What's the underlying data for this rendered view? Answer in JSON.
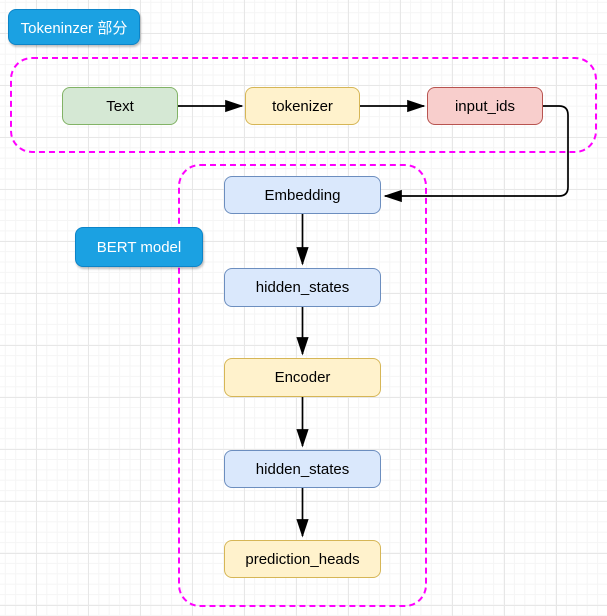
{
  "diagram": {
    "section_labels": {
      "tokenizer": {
        "text": "Tokeninzer 部分",
        "fill": "#1BA1E2",
        "border": "#0C84C8",
        "text_color": "#FFFFFF"
      },
      "bert": {
        "text": "BERT model",
        "fill": "#1BA1E2",
        "border": "#0C84C8",
        "text_color": "#FFFFFF"
      }
    },
    "containers": {
      "tokenizer_group": {
        "border_color": "#FF00FF",
        "border_style": "dashed"
      },
      "bert_group": {
        "border_color": "#FF00FF",
        "border_style": "dashed"
      }
    },
    "nodes": {
      "text": {
        "label": "Text",
        "fill": "#D5E8D4",
        "border": "#82B366"
      },
      "tokenizer": {
        "label": "tokenizer",
        "fill": "#FFF2CC",
        "border": "#D6B656"
      },
      "input_ids": {
        "label": "input_ids",
        "fill": "#F8CECC",
        "border": "#B85450"
      },
      "embedding": {
        "label": "Embedding",
        "fill": "#DAE8FC",
        "border": "#6C8EBF"
      },
      "hidden_states_1": {
        "label": "hidden_states",
        "fill": "#DAE8FC",
        "border": "#6C8EBF"
      },
      "encoder": {
        "label": "Encoder",
        "fill": "#FFF2CC",
        "border": "#D6B656"
      },
      "hidden_states_2": {
        "label": "hidden_states",
        "fill": "#DAE8FC",
        "border": "#6C8EBF"
      },
      "prediction_heads": {
        "label": "prediction_heads",
        "fill": "#FFF2CC",
        "border": "#D6B656"
      }
    },
    "edges": [
      {
        "from": "Text",
        "to": "tokenizer"
      },
      {
        "from": "tokenizer",
        "to": "input_ids"
      },
      {
        "from": "input_ids",
        "to": "Embedding"
      },
      {
        "from": "Embedding",
        "to": "hidden_states"
      },
      {
        "from": "hidden_states",
        "to": "Encoder"
      },
      {
        "from": "Encoder",
        "to": "hidden_states"
      },
      {
        "from": "hidden_states",
        "to": "prediction_heads"
      }
    ],
    "arrow_color": "#000000"
  }
}
